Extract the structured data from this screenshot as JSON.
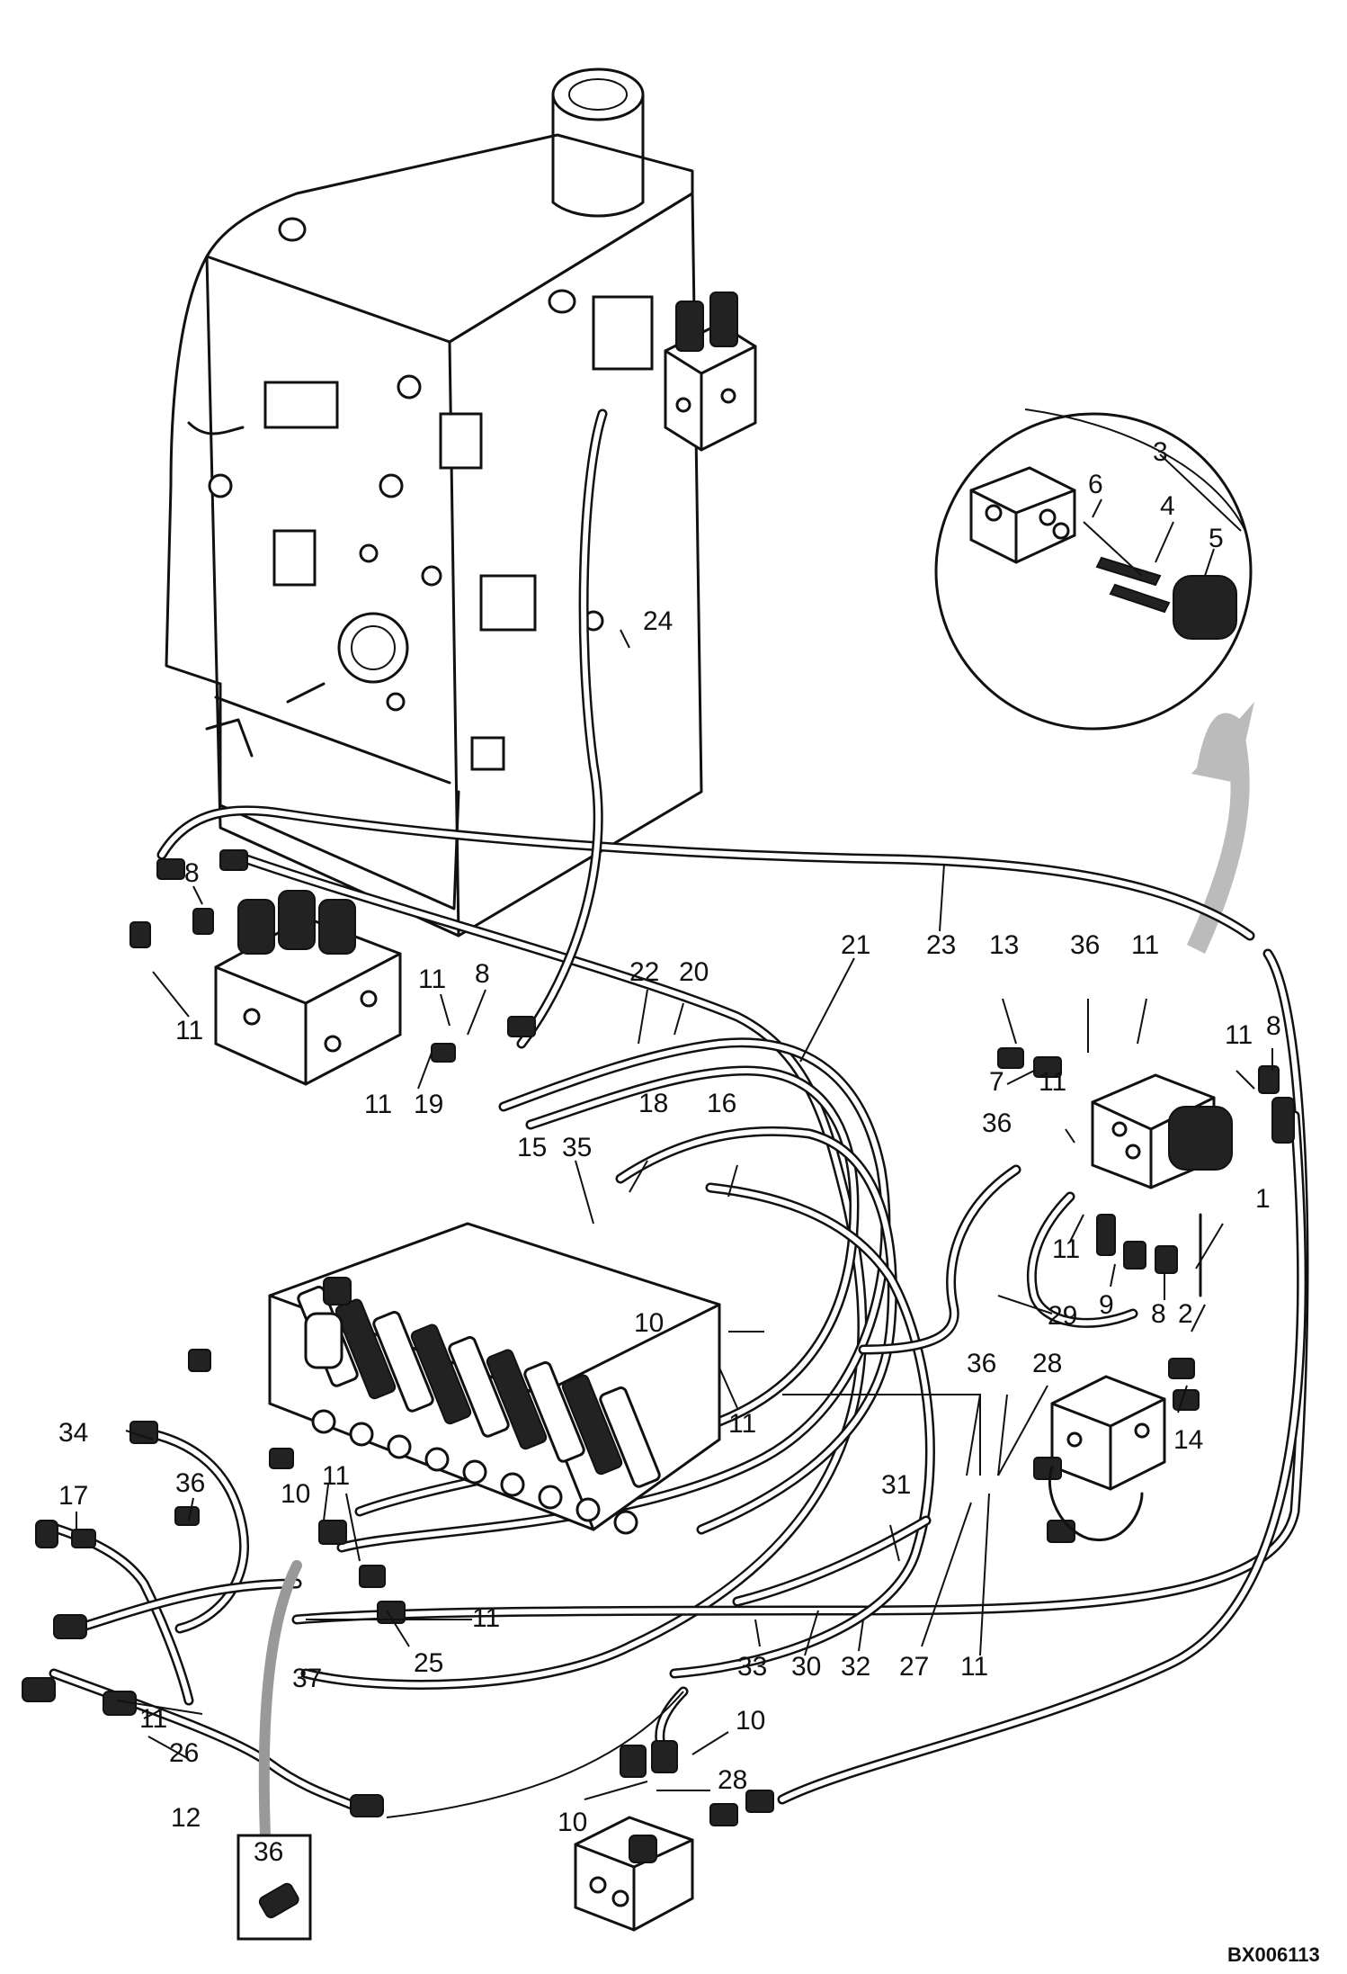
{
  "drawing_code": "BX006113",
  "callouts": [
    {
      "id": "c3",
      "text": "3"
    },
    {
      "id": "c6",
      "text": "6"
    },
    {
      "id": "c4",
      "text": "4"
    },
    {
      "id": "c5",
      "text": "5"
    },
    {
      "id": "c24",
      "text": "24"
    },
    {
      "id": "c8a",
      "text": "8"
    },
    {
      "id": "c11a",
      "text": "11"
    },
    {
      "id": "c11b",
      "text": "11"
    },
    {
      "id": "c8b",
      "text": "8"
    },
    {
      "id": "c11c",
      "text": "11"
    },
    {
      "id": "c19",
      "text": "19"
    },
    {
      "id": "c21",
      "text": "21"
    },
    {
      "id": "c23",
      "text": "23"
    },
    {
      "id": "c22",
      "text": "22"
    },
    {
      "id": "c20",
      "text": "20"
    },
    {
      "id": "c13",
      "text": "13"
    },
    {
      "id": "c36a",
      "text": "36"
    },
    {
      "id": "c11d",
      "text": "11"
    },
    {
      "id": "c11e",
      "text": "11"
    },
    {
      "id": "c8c",
      "text": "8"
    },
    {
      "id": "c7",
      "text": "7"
    },
    {
      "id": "c11f",
      "text": "11"
    },
    {
      "id": "c36b",
      "text": "36"
    },
    {
      "id": "c18",
      "text": "18"
    },
    {
      "id": "c16",
      "text": "16"
    },
    {
      "id": "c15",
      "text": "15"
    },
    {
      "id": "c35",
      "text": "35"
    },
    {
      "id": "c1",
      "text": "1"
    },
    {
      "id": "c11g",
      "text": "11"
    },
    {
      "id": "c9",
      "text": "9"
    },
    {
      "id": "c8d",
      "text": "8"
    },
    {
      "id": "c2",
      "text": "2"
    },
    {
      "id": "c29",
      "text": "29"
    },
    {
      "id": "c10a",
      "text": "10"
    },
    {
      "id": "c36c",
      "text": "36"
    },
    {
      "id": "c28a",
      "text": "28"
    },
    {
      "id": "c14",
      "text": "14"
    },
    {
      "id": "c11h",
      "text": "11"
    },
    {
      "id": "c34",
      "text": "34"
    },
    {
      "id": "c17",
      "text": "17"
    },
    {
      "id": "c36d",
      "text": "36"
    },
    {
      "id": "c10b",
      "text": "10"
    },
    {
      "id": "c11i",
      "text": "11"
    },
    {
      "id": "c31",
      "text": "31"
    },
    {
      "id": "c11j",
      "text": "11"
    },
    {
      "id": "c25",
      "text": "25"
    },
    {
      "id": "c37",
      "text": "37"
    },
    {
      "id": "c33",
      "text": "33"
    },
    {
      "id": "c30",
      "text": "30"
    },
    {
      "id": "c32",
      "text": "32"
    },
    {
      "id": "c27",
      "text": "27"
    },
    {
      "id": "c11k",
      "text": "11"
    },
    {
      "id": "c10c",
      "text": "10"
    },
    {
      "id": "c11l",
      "text": "11"
    },
    {
      "id": "c26",
      "text": "26"
    },
    {
      "id": "c12",
      "text": "12"
    },
    {
      "id": "c28b",
      "text": "28"
    },
    {
      "id": "c10d",
      "text": "10"
    },
    {
      "id": "c36e",
      "text": "36"
    }
  ]
}
